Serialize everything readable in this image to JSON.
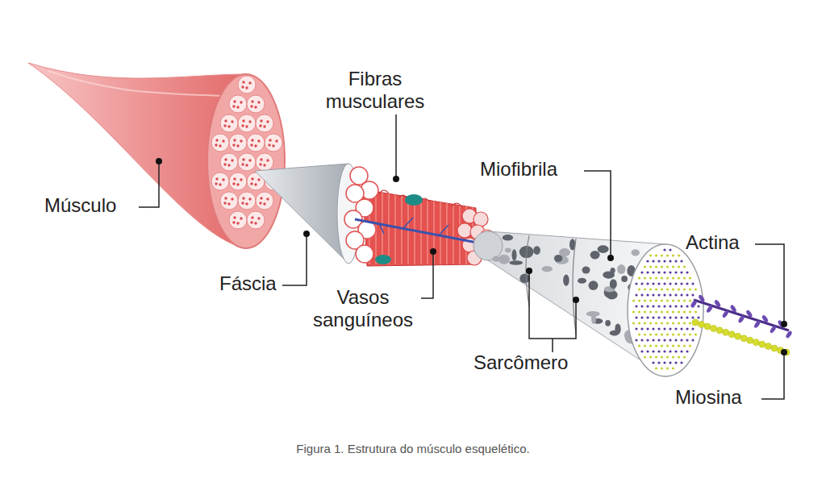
{
  "diagram": {
    "caption": "Figura 1. Estrutura do músculo esquelético.",
    "labels": [
      "Fibras musculares",
      "Miofibrila",
      "Actina",
      "Músculo",
      "Fáscia",
      "Vasos sanguíneos",
      "Sarcômero",
      "Miosina"
    ]
  }
}
